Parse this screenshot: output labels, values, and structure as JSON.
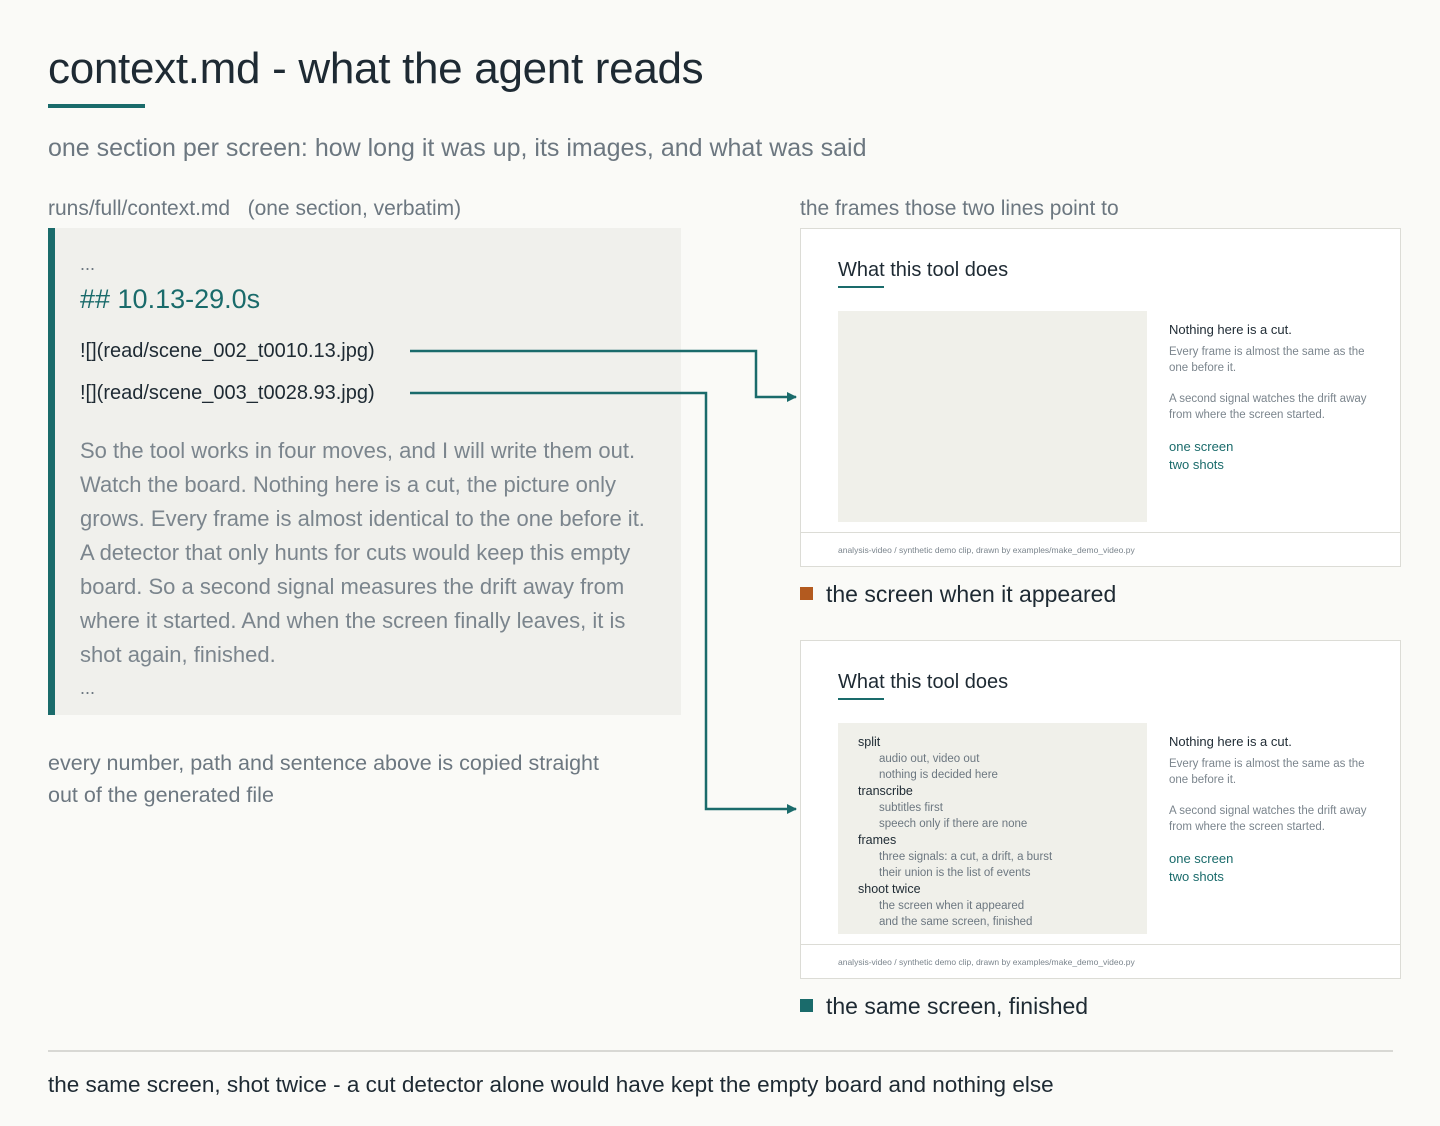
{
  "header": {
    "title": "context.md - what the agent reads",
    "subtitle": "one section per screen: how long it was up, its images, and what was said"
  },
  "left": {
    "caption": "runs/full/context.md   (one section, verbatim)",
    "code": {
      "ellipsis_top": "...",
      "heading": "## 10.13-29.0s",
      "image_lines": [
        "![](read/scene_002_t0010.13.jpg)",
        "![](read/scene_003_t0028.93.jpg)"
      ],
      "transcript": "So the tool works in four moves, and I will write them out. Watch the board. Nothing here is a cut, the picture only grows. Every frame is almost identical to the one before it. A detector that only hunts for cuts would keep this empty board. So a second signal measures the drift away from where it started. And when the screen finally leaves, it is shot again, finished.",
      "ellipsis_bottom": "..."
    },
    "footnote": "every number, path and sentence above is copied straight out of the generated file"
  },
  "right": {
    "caption": "the frames those two lines point to",
    "frame": {
      "title": "What this tool does",
      "side_heading": "Nothing here is a cut.",
      "side_p1": "Every frame is almost the same as the one before it.",
      "side_p2": "A second signal watches the drift away from where the screen started.",
      "side_link_1": "one screen",
      "side_link_2": "two shots",
      "footer": "analysis-video / synthetic demo clip, drawn by examples/make_demo_video.py"
    },
    "board_items": [
      {
        "label": "split",
        "subs": [
          "audio out, video out",
          "nothing is decided here"
        ]
      },
      {
        "label": "transcribe",
        "subs": [
          "subtitles first",
          "speech only if there are none"
        ]
      },
      {
        "label": "frames",
        "subs": [
          "three signals: a cut, a drift, a burst",
          "their union is the list of events"
        ]
      },
      {
        "label": "shoot twice",
        "subs": [
          "the screen when it appeared",
          "and the same screen, finished"
        ]
      }
    ],
    "legend": [
      {
        "label": "the screen when it appeared",
        "color": "#b35a1f"
      },
      {
        "label": "the same screen, finished",
        "color": "#1a6b6b"
      }
    ]
  },
  "bottom_note": "the same screen, shot twice - a cut detector alone would have kept the empty board and nothing else",
  "colors": {
    "accent": "#1a6b6b",
    "orange": "#b35a1f",
    "muted": "#6c7780",
    "ink": "#1e2a33"
  }
}
